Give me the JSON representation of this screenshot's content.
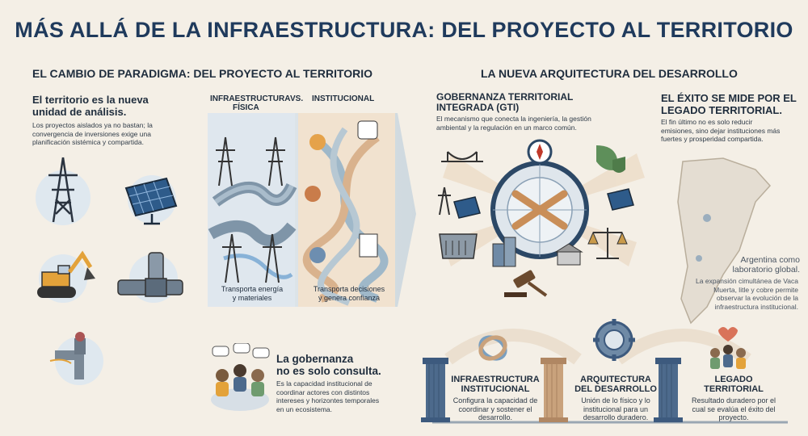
{
  "title": "MÁS ALLÁ DE LA INFRAESTRUCTURA: DEL PROYECTO AL TERRITORIO",
  "left": {
    "heading": "EL CAMBIO DE PARADIGMA: DEL PROYECTO AL TERRITORIO",
    "territory_title_1": "El territorio es la nueva",
    "territory_title_2": "unidad de análisis.",
    "territory_text": "Los proyectos aislados ya no bastan; la convergencia de inversiones exige una planificación sistémica y compartida.",
    "col_physical_1": "INFRAESTRUCTURA",
    "col_physical_2": "FÍSICA",
    "vs": "VS.",
    "col_institutional": "INSTITUCIONAL",
    "physical_caption_1": "Transporta energía",
    "physical_caption_2": "y materiales",
    "institutional_caption_1": "Transporta decisiones",
    "institutional_caption_2": "y genera confianza",
    "governance_title_1": "La gobernanza",
    "governance_title_2": "no es solo consulta.",
    "governance_text": "Es la capacidad institucional de coordinar actores con distintos intereses y horizontes temporales en un ecosistema."
  },
  "right": {
    "heading": "LA NUEVA ARQUITECTURA DEL DESARROLLO",
    "gti_title_1": "GOBERNANZA TERRITORIAL",
    "gti_title_2": "INTEGRADA (GTI)",
    "gti_text": "El mecanismo que conecta la ingeniería, la gestión ambiental y la regulación en un marco común.",
    "success_title_1": "EL ÉXITO SE MIDE POR EL",
    "success_title_2": "LEGADO TERRITORIAL.",
    "success_text": "El fin último no es solo reducir emisiones, sino dejar instituciones más fuertes y prosperidad compartida.",
    "argentina_title_1": "Argentina como",
    "argentina_title_2": "laboratorio global.",
    "argentina_text": "La expansión cimultánea de Vaca Muerta, litle y cobre permite observar la evolución de la infraestructura institucional.",
    "pillars": [
      {
        "title_1": "INFRAESTRUCTURA",
        "title_2": "INSTITUCIONAL",
        "text": "Configura la capacidad de coordinar y sostener el desarrollo."
      },
      {
        "title_1": "ARQUITECTURA",
        "title_2": "DEL DESARROLLO",
        "text": "Unión de lo físico y lo institucional para un desarrollo duradero."
      },
      {
        "title_1": "LEGADO",
        "title_2": "TERRITORIAL",
        "text": "Resultado duradero por el cual se evalúa el éxito del proyecto."
      }
    ]
  },
  "colors": {
    "navy": "#1f3a5c",
    "background": "#f4efe6",
    "blue_light": "#dfe8ef",
    "cream_light": "#f1e2cf",
    "stone_blue": "#4d6a8c",
    "stone_tan": "#c9a27c"
  },
  "icons": [
    "power-tower-icon",
    "solar-panel-icon",
    "excavator-icon",
    "pipeline-icon",
    "valve-icon",
    "meeting-icon",
    "compass-icon",
    "handshake-icon",
    "bridge-icon",
    "leaf-shield-icon",
    "dam-icon",
    "building-icon",
    "scale-icon",
    "gavel-icon",
    "gear-icon",
    "people-heart-icon",
    "knot-icon",
    "argentina-map-icon"
  ]
}
